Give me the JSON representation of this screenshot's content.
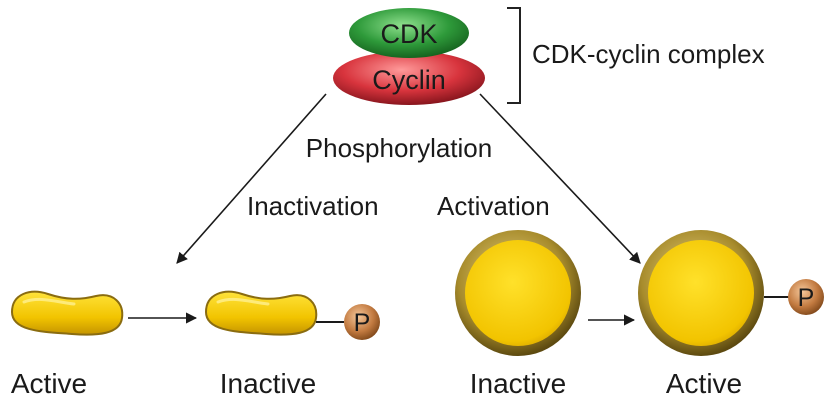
{
  "complex": {
    "cdk_label": "CDK",
    "cyclin_label": "Cyclin",
    "bracket_label": "CDK-cyclin complex",
    "cdk_color": "#2e9a3a",
    "cyclin_color": "#d8343d"
  },
  "labels": {
    "phosphorylation": "Phosphorylation",
    "inactivation": "Inactivation",
    "activation": "Activation"
  },
  "states": {
    "left_before": "Active",
    "left_after": "Inactive",
    "right_before": "Inactive",
    "right_after": "Active"
  },
  "phosphate": {
    "label": "P",
    "color": "#c27a40"
  },
  "protein_color": "#f2c400"
}
